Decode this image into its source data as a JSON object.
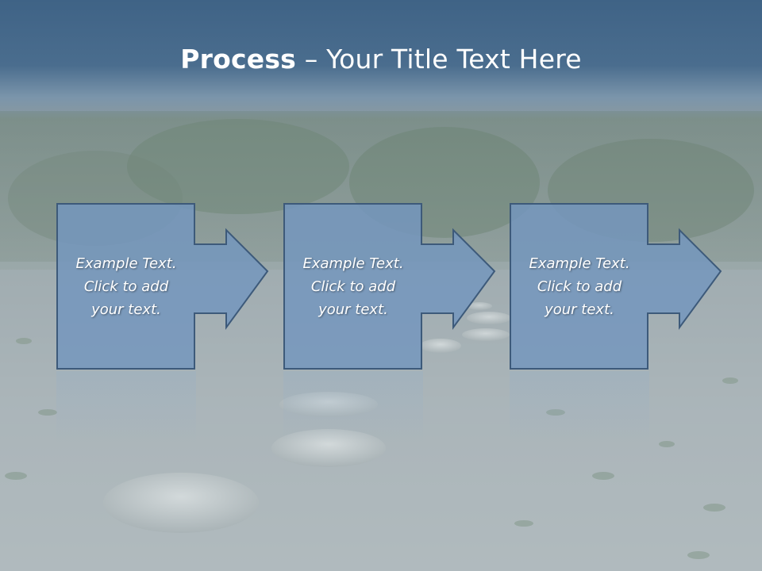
{
  "slide": {
    "title_bold": "Process",
    "title_rest": " – Your Title Text Here"
  },
  "steps": [
    {
      "text": "Example Text.\nClick  to add\nyour text."
    },
    {
      "text": "Example Text.\nClick  to add\nyour text."
    },
    {
      "text": "Example Text.\nClick  to add\nyour text."
    }
  ],
  "colors": {
    "header": "#3f6386",
    "box_fill": "#7497bd",
    "box_border": "#3d5a7a",
    "title_text": "#ffffff"
  }
}
